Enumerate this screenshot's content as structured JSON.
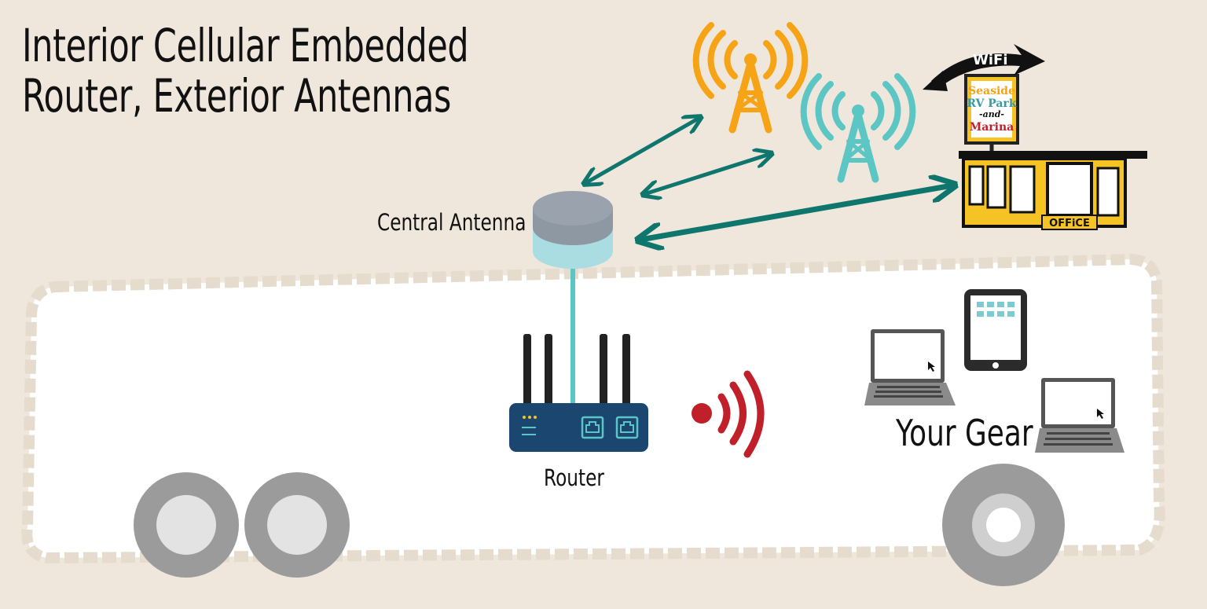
{
  "title": {
    "line1": "Interior Cellular Embedded",
    "line2": "Router, Exterior Antennas"
  },
  "labels": {
    "central_antenna": "Central Antenna",
    "router": "Router",
    "your_gear": "Your Gear"
  },
  "campground_sign": {
    "wifi": "WiFi",
    "line1": "Seaside",
    "line2": "RV Park",
    "line3": "-and-",
    "line4": "Marina",
    "office": "OFFiCE"
  },
  "colors": {
    "background": "#efe7dc",
    "arrow": "#0f766e",
    "tower_orange": "#f6a316",
    "tower_teal": "#5cc6c4",
    "antenna_top": "#9aa3ad",
    "antenna_base": "#a9dde2",
    "router_body": "#1a466f",
    "wifi_signal": "#c0202a",
    "office_yellow": "#f5c424",
    "wheel_outer": "#9b9b9b",
    "wheel_inner": "#e3e3e3"
  }
}
